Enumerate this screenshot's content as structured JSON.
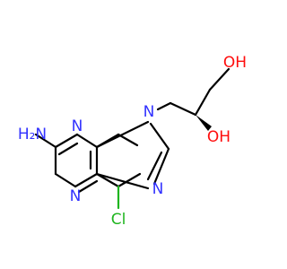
{
  "molecule": {
    "atoms": {
      "n_ring_top": "N",
      "n_ring_left": "N",
      "n_ring_bottom": "N",
      "n9": "N",
      "n7": "N",
      "amine": "H₂N",
      "chlorine": "Cl",
      "hydroxyl_top": "OH",
      "hydroxyl_mid": "OH"
    },
    "colors": {
      "carbon_bond": "#000000",
      "nitrogen": "#3232ff",
      "oxygen": "#ff0d0d",
      "chlorine": "#1fb51f"
    }
  }
}
